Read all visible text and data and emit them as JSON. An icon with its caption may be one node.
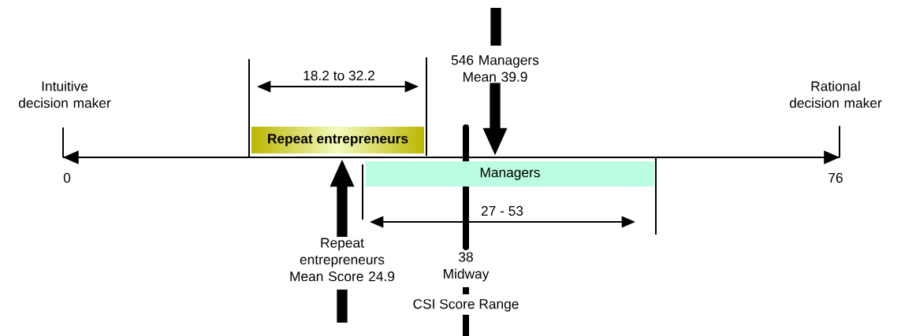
{
  "diagram": {
    "nodes": [
      {
        "text": [
          "Repeat entrepreneurs"
        ]
      },
      {
        "text": [
          "Managers"
        ]
      },
      {
        "text": [
          "546 Managers Mean 39.9"
        ]
      },
      {
        "text": [
          "Repeat entrepreneurs Mean Score 24.9"
        ]
      },
      {
        "text": [],
        "shape": "line"
      }
    ],
    "edges": [
      {
        "from": 2,
        "to": 4,
        "arrow": "to"
      },
      {
        "from": 3,
        "to": 4,
        "arrow": "to"
      }
    ],
    "labels": [
      "Intuitive decision maker",
      "Rational decision maker",
      "18.2 to 32.2",
      "0",
      "76",
      "27 - 53",
      "38 Midway",
      "CSI Score Range"
    ]
  }
}
